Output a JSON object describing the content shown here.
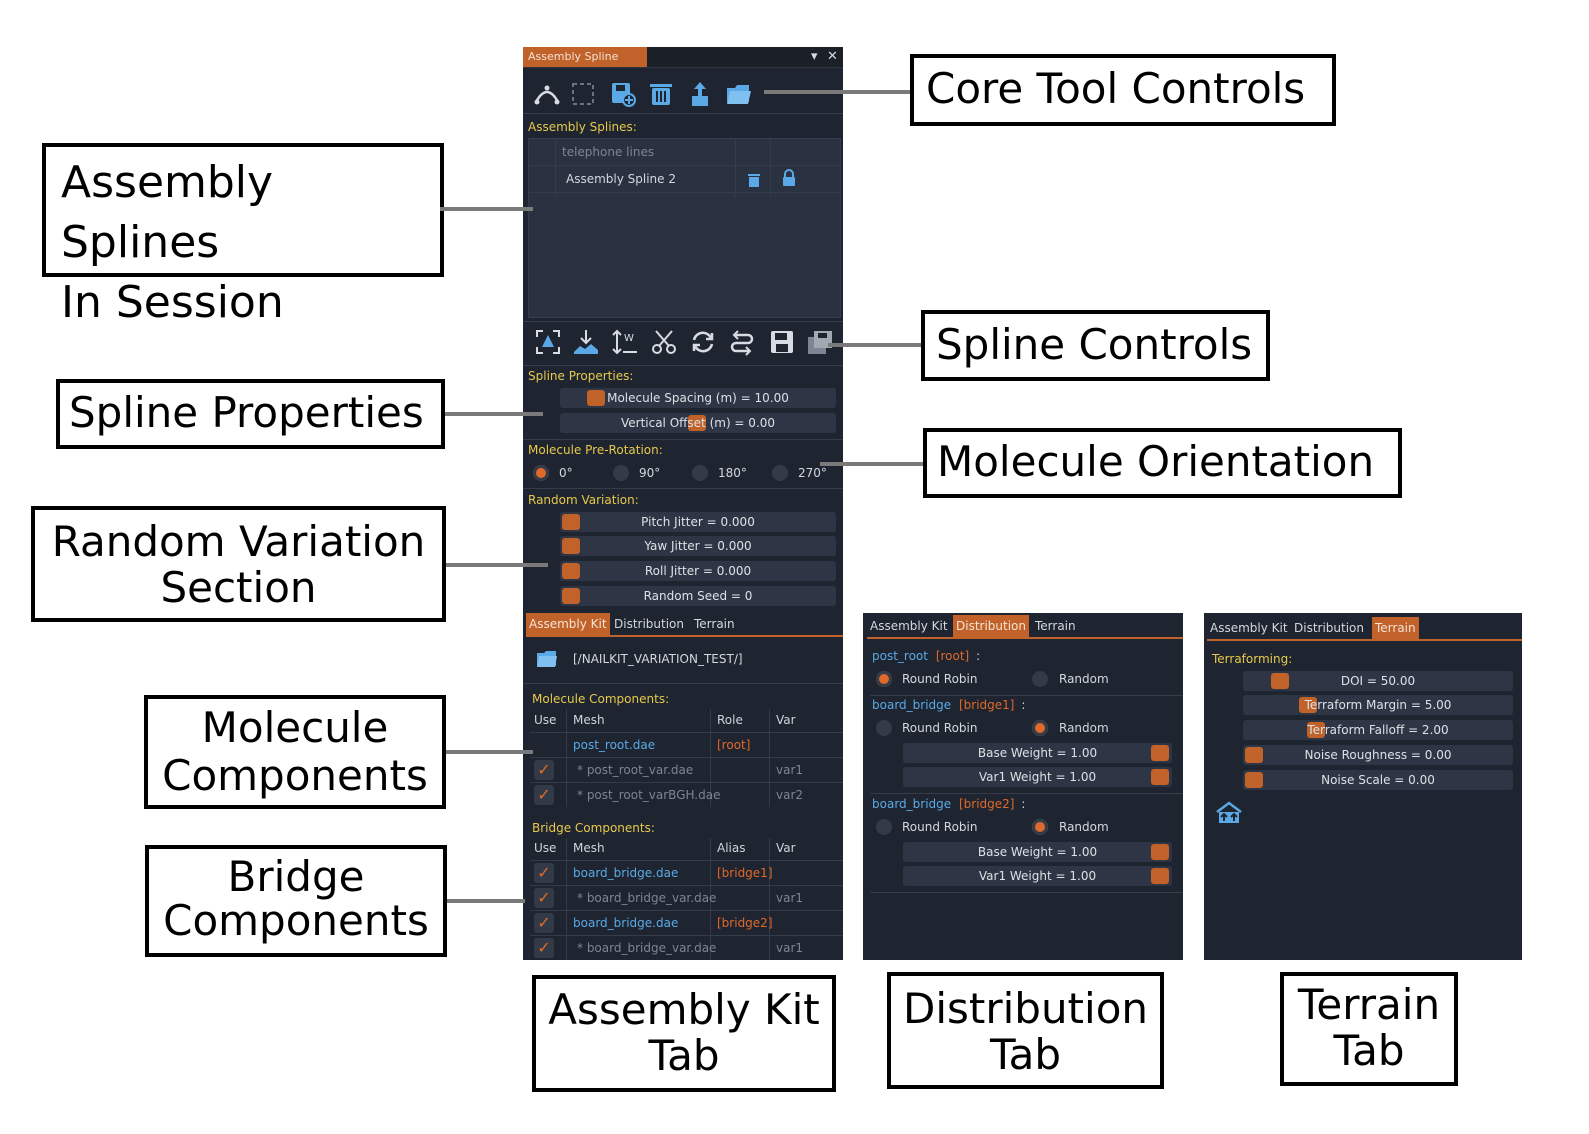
{
  "window": {
    "title": "Assembly Spline"
  },
  "sections": {
    "assembly_splines": "Assembly Splines:",
    "spline_properties": "Spline Properties:",
    "prerotation": "Molecule Pre-Rotation:",
    "random_variation": "Random Variation:",
    "molecule_components": "Molecule Components:",
    "bridge_components": "Bridge Components:",
    "terraforming": "Terraforming:"
  },
  "splines": [
    {
      "name": "telephone lines"
    },
    {
      "name": "Assembly Spline 2"
    }
  ],
  "spline_properties": [
    {
      "label": "Molecule Spacing (m) = 10.00",
      "fraction": 0.16
    },
    {
      "label": "Vertical Offset (m) = 0.00",
      "fraction": 0.5
    }
  ],
  "rotation": [
    {
      "label": "0°",
      "selected": true
    },
    {
      "label": "90°",
      "selected": false
    },
    {
      "label": "180°",
      "selected": false
    },
    {
      "label": "270°",
      "selected": false
    }
  ],
  "random_variation": [
    {
      "label": "Pitch Jitter = 0.000",
      "fraction": 0.0
    },
    {
      "label": "Yaw Jitter = 0.000",
      "fraction": 0.0
    },
    {
      "label": "Roll Jitter = 0.000",
      "fraction": 0.0
    },
    {
      "label": "Random Seed = 0",
      "fraction": 0.0
    }
  ],
  "tabs": [
    "Assembly Kit",
    "Distribution",
    "Terrain"
  ],
  "assembly_kit": {
    "path": "[/NAILKIT_VARIATION_TEST/]",
    "molecule_headers": [
      "Use",
      "Mesh",
      "Role",
      "Var"
    ],
    "molecule_rows": [
      {
        "checked": false,
        "mesh": "post_root.dae",
        "role": "[root]",
        "var": ""
      },
      {
        "checked": true,
        "mesh": "* post_root_var.dae",
        "role": "",
        "var": "var1"
      },
      {
        "checked": true,
        "mesh": "* post_root_varBGH.dae",
        "role": "",
        "var": "var2"
      }
    ],
    "bridge_headers": [
      "Use",
      "Mesh",
      "Alias",
      "Var"
    ],
    "bridge_rows": [
      {
        "checked": true,
        "mesh": "board_bridge.dae",
        "alias": "[bridge1]",
        "var": ""
      },
      {
        "checked": true,
        "mesh": "* board_bridge_var.dae",
        "alias": "",
        "var": "var1"
      },
      {
        "checked": true,
        "mesh": "board_bridge.dae",
        "alias": "[bridge2]",
        "var": ""
      },
      {
        "checked": true,
        "mesh": "* board_bridge_var.dae",
        "alias": "",
        "var": "var1"
      }
    ]
  },
  "distribution": {
    "groups": [
      {
        "name": "post_root",
        "tag": "[root]",
        "colon": ":",
        "mode": "Round Robin",
        "weights": []
      },
      {
        "name": "board_bridge",
        "tag": "[bridge1]",
        "colon": ":",
        "mode": "Random",
        "weights": [
          "Base Weight = 1.00",
          "Var1 Weight = 1.00"
        ]
      },
      {
        "name": "board_bridge",
        "tag": "[bridge2]",
        "colon": ":",
        "mode": "Random",
        "weights": [
          "Base Weight = 1.00",
          "Var1 Weight = 1.00"
        ]
      }
    ],
    "options": [
      "Round Robin",
      "Random"
    ]
  },
  "terrain": {
    "sliders": [
      {
        "label": "DOI = 50.00",
        "fraction": 0.12
      },
      {
        "label": "Terraform Margin = 5.00",
        "fraction": 0.23
      },
      {
        "label": "Terraform Falloff = 2.00",
        "fraction": 0.24
      },
      {
        "label": "Noise Roughness = 0.00",
        "fraction": 0.0
      },
      {
        "label": "Noise Scale = 0.00",
        "fraction": 0.0
      }
    ]
  },
  "callouts": {
    "core": "Core Tool Controls",
    "splines_l1": "Assembly Splines",
    "splines_l2": "In Session",
    "spline_controls": "Spline Controls",
    "spline_props": "Spline Properties",
    "orientation": "Molecule Orientation",
    "random_l1": "Random Variation",
    "random_l2": "Section",
    "molecule_l1": "Molecule",
    "molecule_l2": "Components",
    "bridge_l1": "Bridge",
    "bridge_l2": "Components",
    "kit_l1": "Assembly Kit",
    "kit_l2": "Tab",
    "dist_l1": "Distribution",
    "dist_l2": "Tab",
    "terrain_l1": "Terrain",
    "terrain_l2": "Tab"
  },
  "colors": {
    "accent": "#c0622a",
    "link": "#5aa9e6",
    "section_label": "#e7c94b",
    "panel_bg": "#1e2530"
  },
  "icons": {
    "core": [
      "spline-draw-icon",
      "select-box-icon",
      "save-add-icon",
      "trash-icon",
      "export-icon",
      "folder-icon"
    ],
    "spline": [
      "snap-up-icon",
      "terrain-drop-icon",
      "resize-width-icon",
      "cut-icon",
      "refresh-icon",
      "reverse-icon",
      "save-icon",
      "save-multiple-icon"
    ]
  }
}
